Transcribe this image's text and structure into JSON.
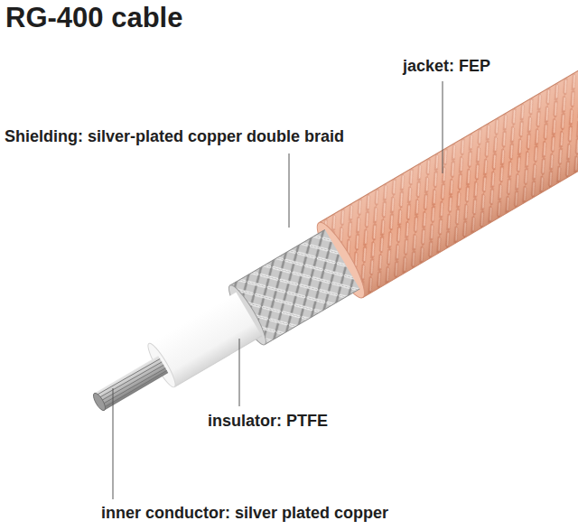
{
  "diagram": {
    "title": "RG-400 cable",
    "labels": [
      "jacket: FEP",
      "Shielding: silver-plated copper double braid",
      "insulator: PTFE",
      "inner conductor: silver plated copper"
    ]
  }
}
